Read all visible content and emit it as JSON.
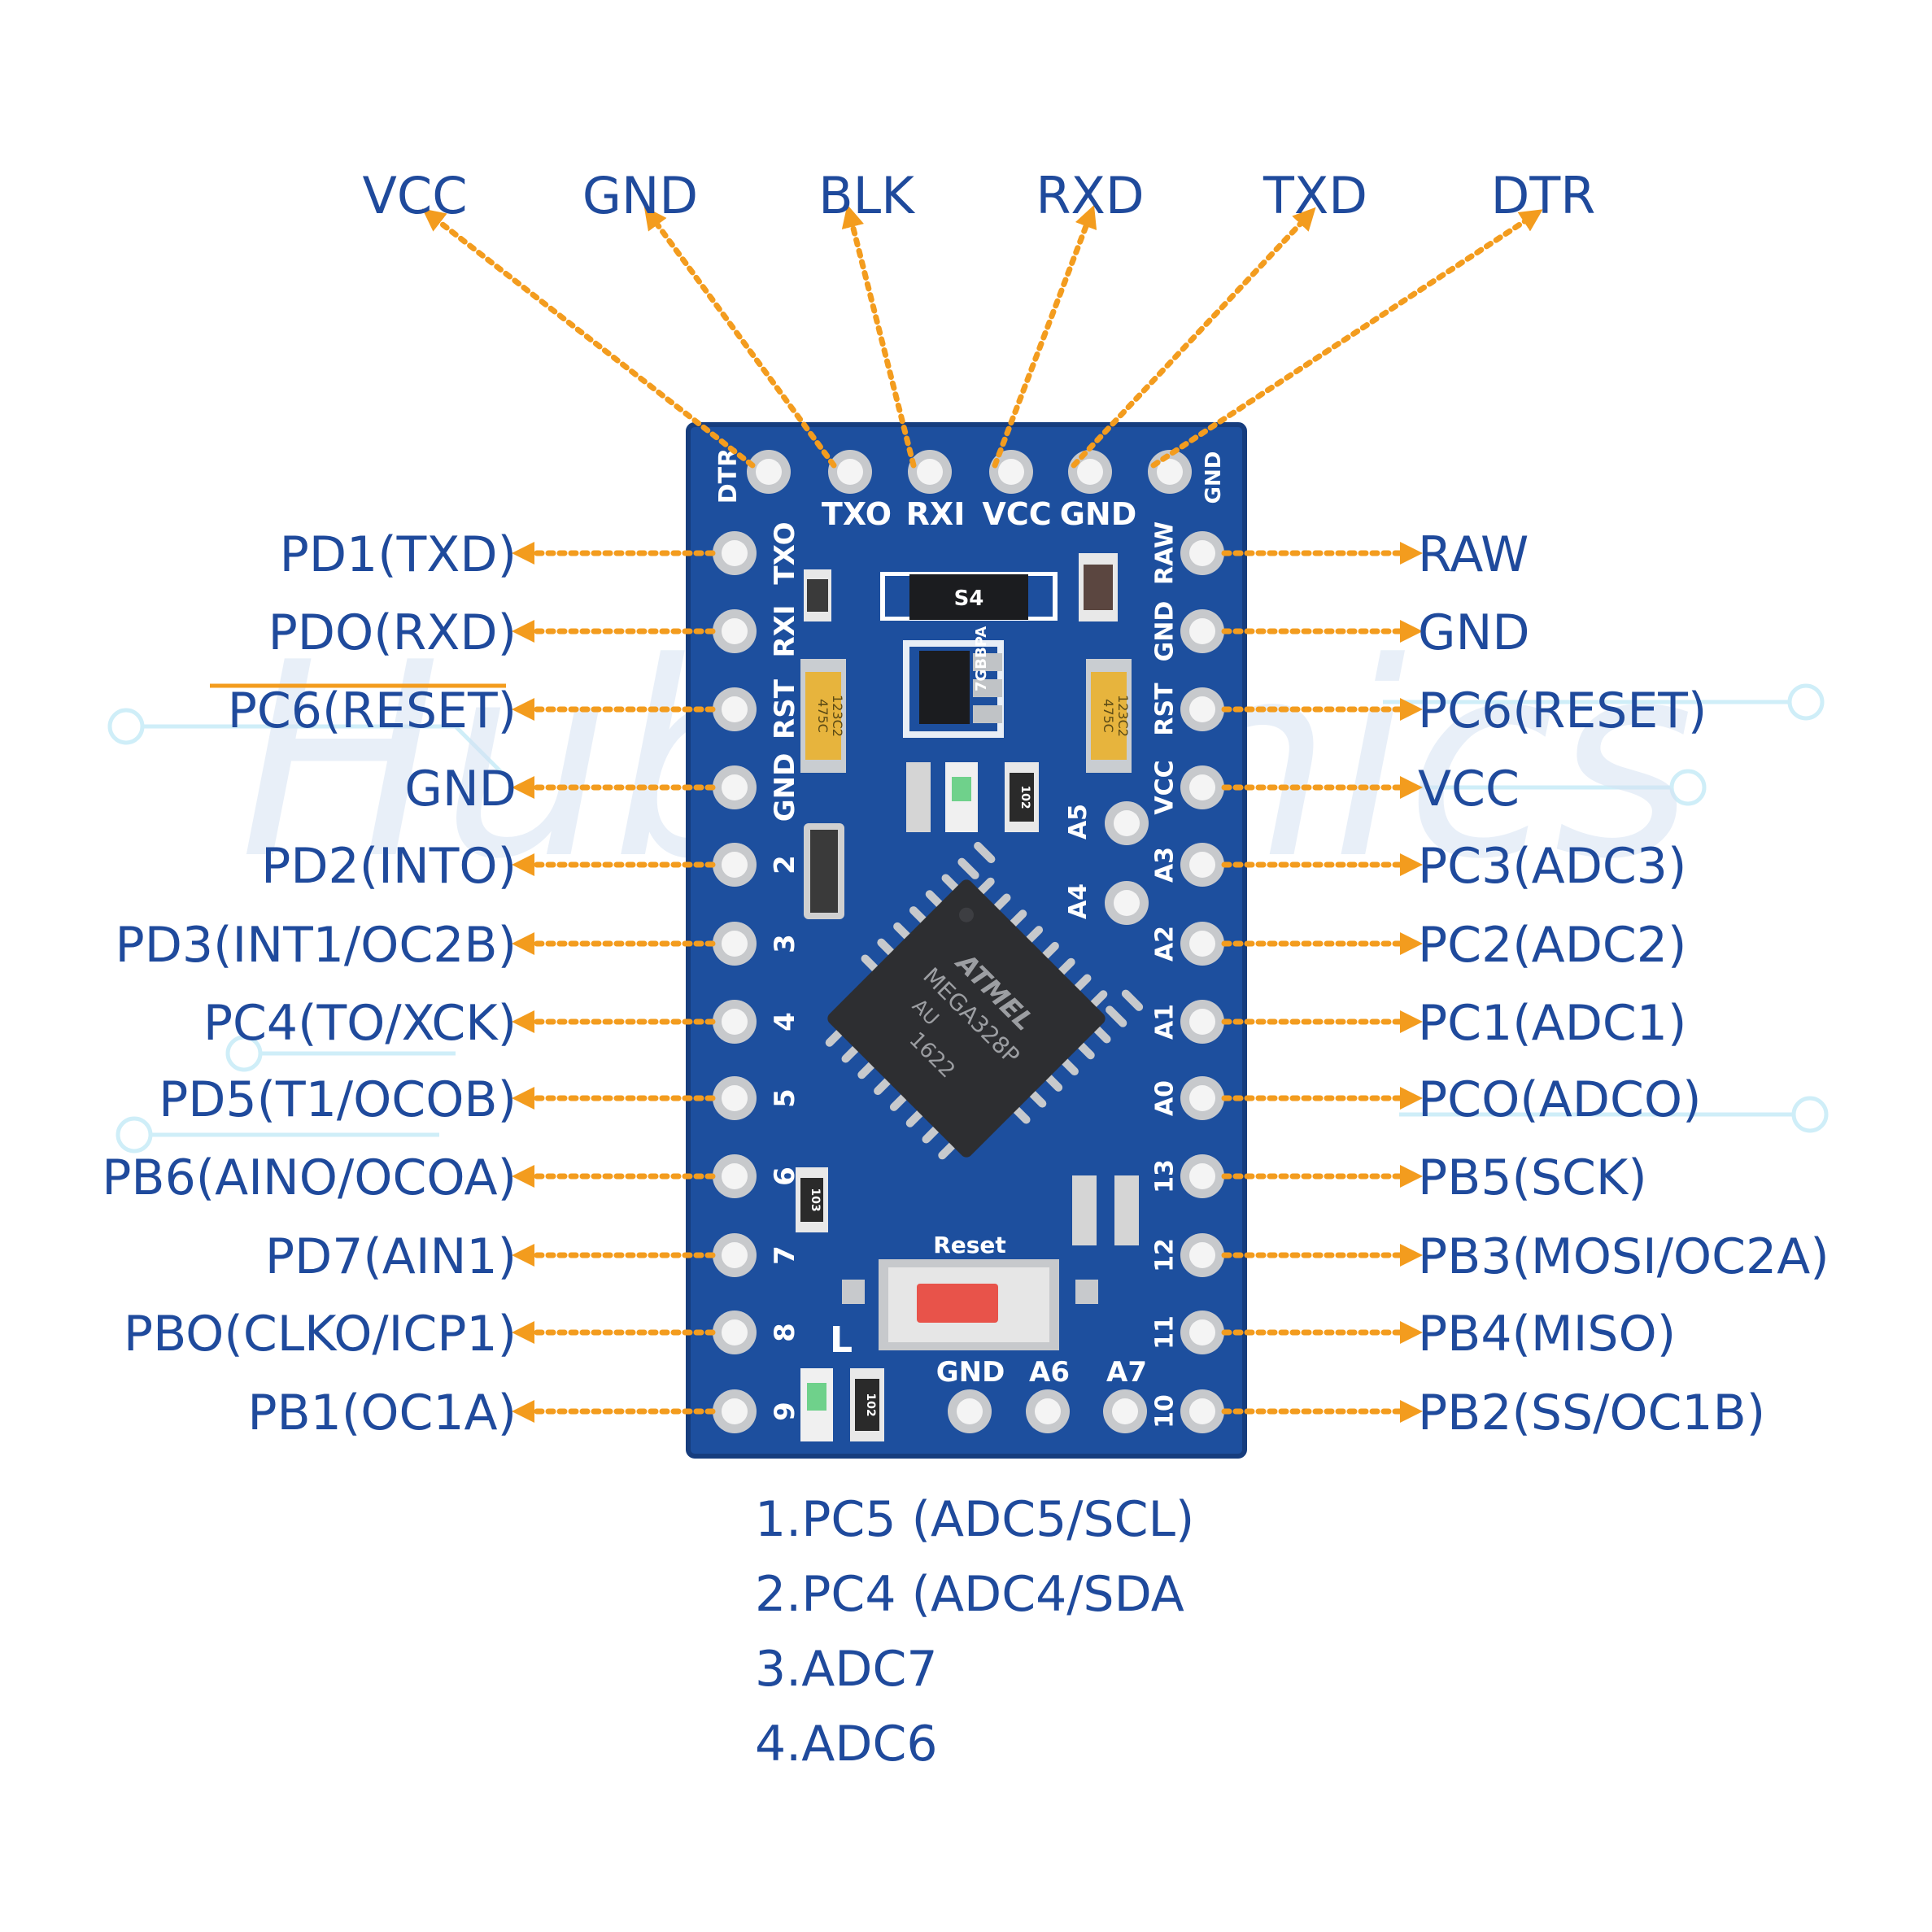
{
  "header_pins": [
    {
      "label": "VCC"
    },
    {
      "label": "GND"
    },
    {
      "label": "BLK"
    },
    {
      "label": "RXD"
    },
    {
      "label": "TXD"
    },
    {
      "label": "DTR"
    }
  ],
  "left_pins": [
    {
      "label": "PD1(TXD)",
      "silk": "TXO"
    },
    {
      "label": "PDO(RXD)",
      "silk": "RXI"
    },
    {
      "label": "PC6(RESET)",
      "silk": "RST"
    },
    {
      "label": "GND",
      "silk": "GND"
    },
    {
      "label": "PD2(INTO)",
      "silk": "2"
    },
    {
      "label": "PD3(INT1/OC2B)",
      "silk": "3"
    },
    {
      "label": "PC4(TO/XCK)",
      "silk": "4"
    },
    {
      "label": "PD5(T1/OCOB)",
      "silk": "5"
    },
    {
      "label": "PB6(AINO/OCOA)",
      "silk": "6"
    },
    {
      "label": "PD7(AIN1)",
      "silk": "7"
    },
    {
      "label": "PBO(CLKO/ICP1)",
      "silk": "8"
    },
    {
      "label": "PB1(OC1A)",
      "silk": "9"
    }
  ],
  "right_pins": [
    {
      "label": "RAW",
      "silk": "RAW"
    },
    {
      "label": "GND",
      "silk": "GND"
    },
    {
      "label": "PC6(RESET)",
      "silk": "RST"
    },
    {
      "label": "VCC",
      "silk": "VCC"
    },
    {
      "label": "PC3(ADC3)",
      "silk": "A3"
    },
    {
      "label": "PC2(ADC2)",
      "silk": "A2"
    },
    {
      "label": "PC1(ADC1)",
      "silk": "A1"
    },
    {
      "label": "PCO(ADCO)",
      "silk": "A0"
    },
    {
      "label": "PB5(SCK)",
      "silk": "13"
    },
    {
      "label": "PB3(MOSI/OC2A)",
      "silk": "12"
    },
    {
      "label": "PB4(MISO)",
      "silk": "11"
    },
    {
      "label": "PB2(SS/OC1B)",
      "silk": "10"
    }
  ],
  "board_silk": {
    "dtr": "DTR",
    "gnd_top": "GND",
    "top_row": [
      "TXO",
      "RXI",
      "VCC",
      "GND"
    ],
    "a5": "A5",
    "a4": "A4",
    "bottom_row": [
      "GND",
      "A6",
      "A7"
    ],
    "reset": "Reset",
    "led": "L",
    "regulator": "S4",
    "regulator2": "7GBBPA",
    "cap_left": [
      "475C",
      "123C2"
    ],
    "cap_right": [
      "475C",
      "123C2"
    ],
    "chip": [
      "ATMEL",
      "MEGA328P",
      "AU",
      "1622"
    ],
    "resistor_102": "102",
    "resistor_103": "103"
  },
  "notes": [
    {
      "num": "1.",
      "text": "PC5 (ADC5/SCL)"
    },
    {
      "num": "2.",
      "text": "PC4 (ADC4/SDA"
    },
    {
      "num": "3.",
      "text": "ADC7"
    },
    {
      "num": "4.",
      "text": "ADC6"
    }
  ],
  "watermark": "Hubtronics",
  "colors": {
    "label": "#1f4a9c",
    "arrow": "#f39c1e",
    "board": "#1d4f9e",
    "board_edge": "#163d7e",
    "pad_ring": "#c7c9cc",
    "pad_hole": "#f4f4f4",
    "chip": "#2d2e31",
    "reset_button": "#e8534a",
    "tantalum": "#e7b43d",
    "overline": "#f39c1e"
  }
}
